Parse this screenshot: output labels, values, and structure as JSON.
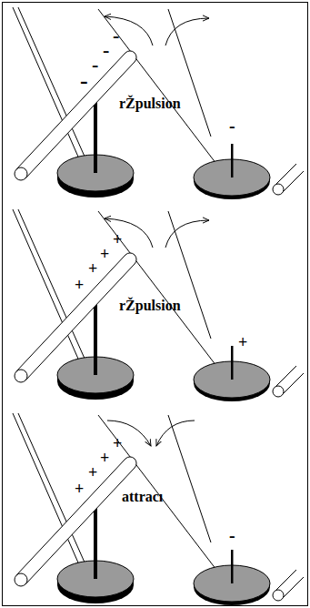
{
  "diagram": {
    "labels": [
      "-",
      "-",
      "-",
      "-",
      "rŽpulsion",
      "-",
      "+",
      "+",
      "+",
      "+",
      "rŽpulsion",
      "+",
      "+",
      "+",
      "+",
      "+",
      "attracı",
      "-"
    ]
  }
}
